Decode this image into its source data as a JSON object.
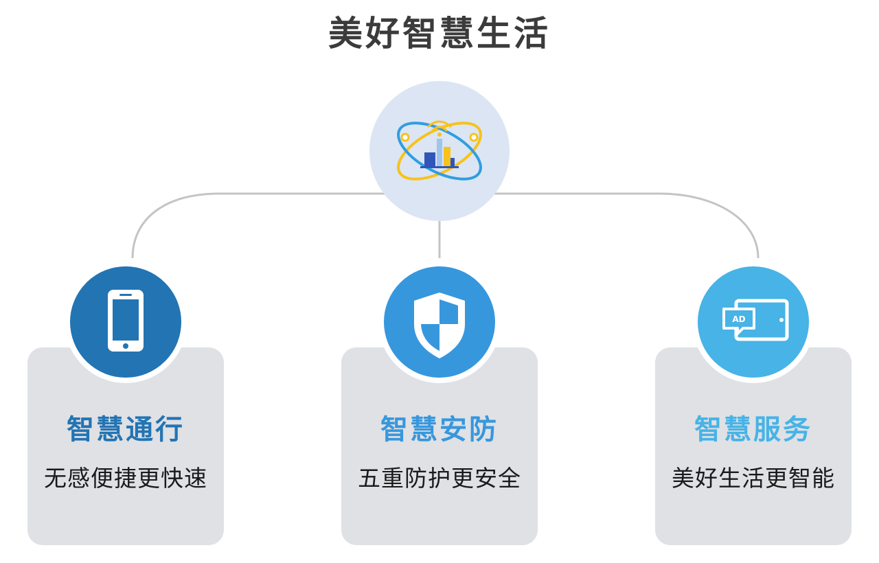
{
  "title": "美好智慧生活",
  "colors": {
    "card1": "#2374b3",
    "card2": "#3797dd",
    "card3": "#47b3e6",
    "card_bg": "#dfe1e5",
    "hub_bg": "#dce5f3",
    "connector": "#c4c4c4"
  },
  "hub": {
    "icon": "smart-city-orbit-icon"
  },
  "cards": [
    {
      "title": "智慧通行",
      "desc": "无感便捷更快速",
      "icon": "smartphone-icon"
    },
    {
      "title": "智慧安防",
      "desc": "五重防护更安全",
      "icon": "shield-icon"
    },
    {
      "title": "智慧服务",
      "desc": "美好生活更智能",
      "icon": "ad-screen-icon"
    }
  ]
}
